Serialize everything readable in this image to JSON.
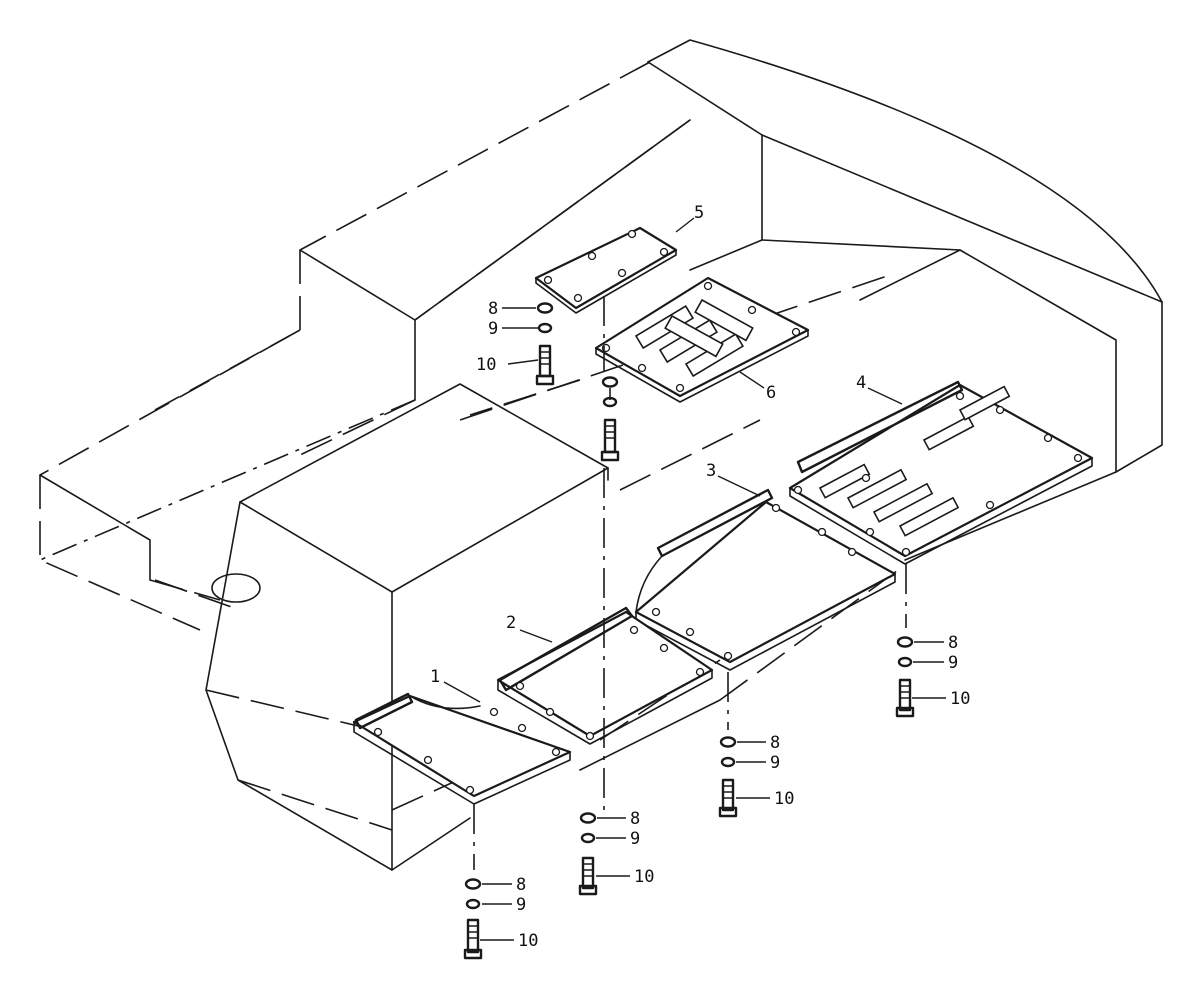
{
  "callouts": {
    "p1": "1",
    "p2": "2",
    "p3": "3",
    "p4": "4",
    "p5": "5",
    "p6": "6",
    "washer_8": "8",
    "washer_9": "9",
    "bolt_10": "10"
  }
}
